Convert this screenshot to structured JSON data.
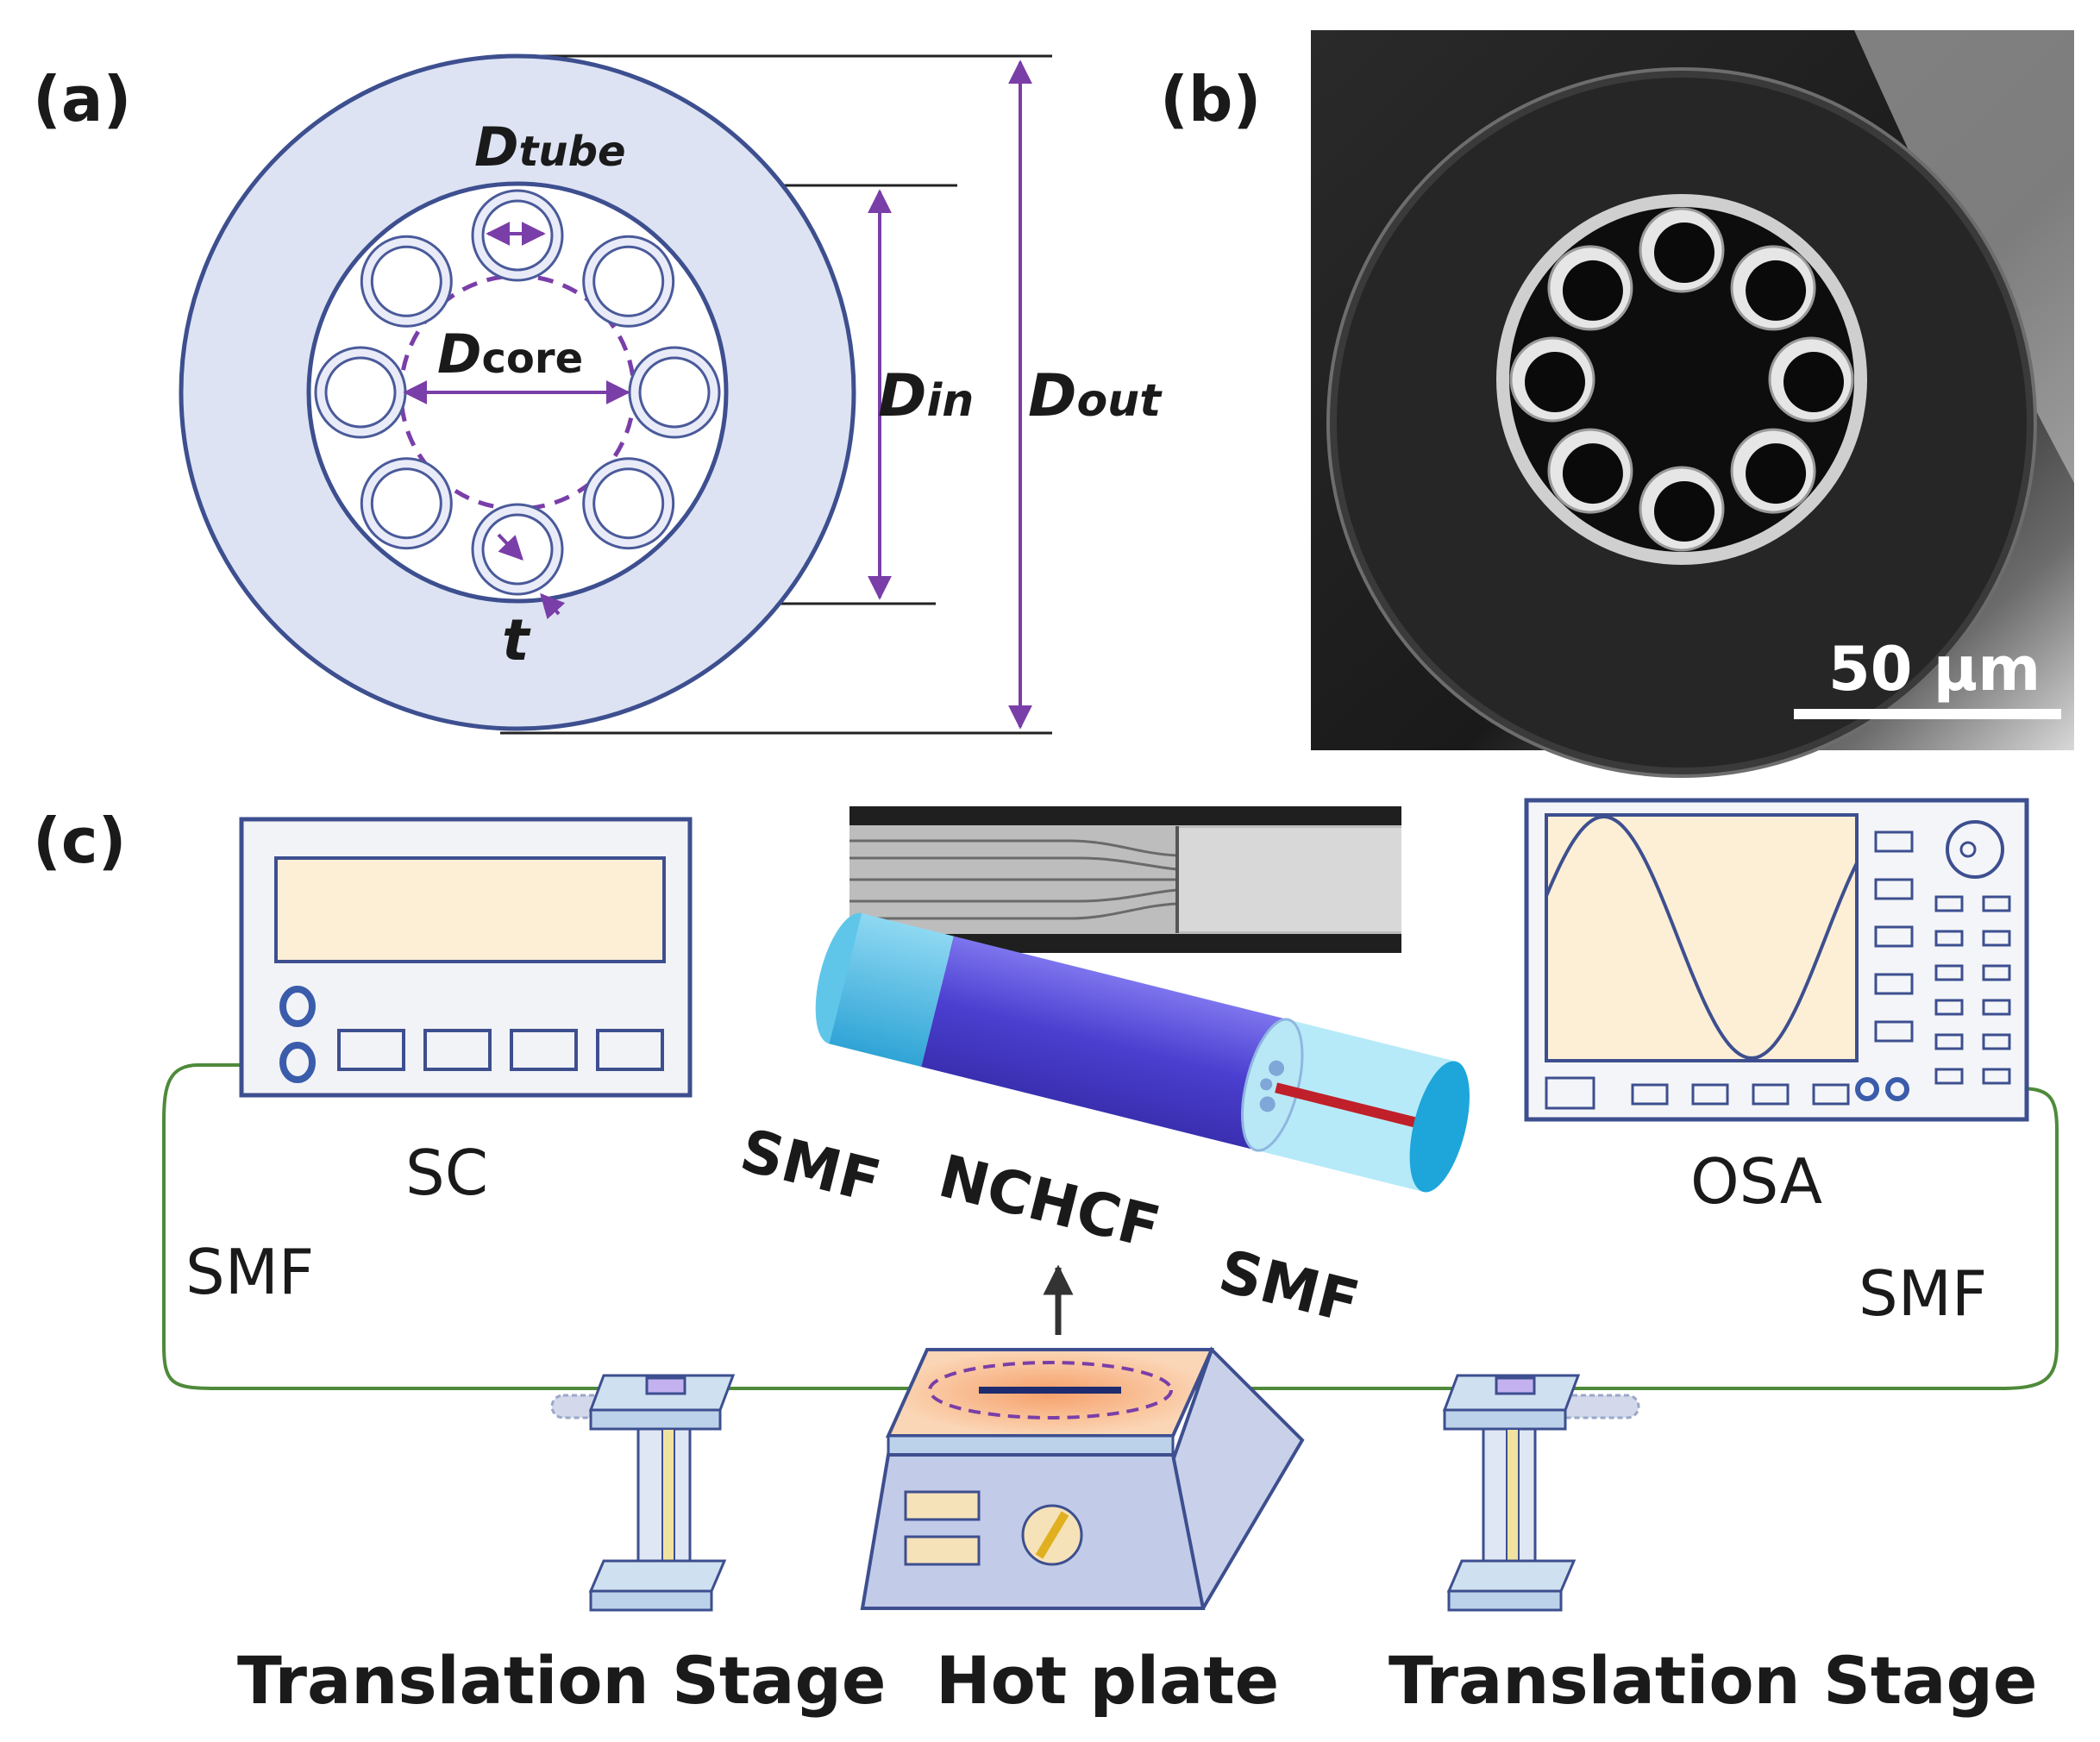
{
  "panels": {
    "a": "(a)",
    "b": "(b)",
    "c": "(c)"
  },
  "dims": {
    "d_tube_main": "D",
    "d_tube_sub": "tube",
    "d_core_main": "D",
    "d_core_sub": "core",
    "d_in_main": "D",
    "d_in_sub": "in",
    "d_out_main": "D",
    "d_out_sub": "out",
    "t": "t"
  },
  "sem": {
    "scale": "50 μm"
  },
  "setup": {
    "sc": "SC",
    "osa": "OSA",
    "smf_left": "SMF",
    "smf_right": "SMF",
    "fiber_smf1": "SMF",
    "fiber_nchcf": "NCHCF",
    "fiber_smf2": "SMF",
    "stage_left": "Translation Stage",
    "hot_plate": "Hot plate",
    "stage_right": "Translation Stage"
  },
  "colors": {
    "cladding": "#dde3f3",
    "outline": "#3d4f8f",
    "purple": "#7a3ea8",
    "screen": "#fcefd6",
    "fiber_line": "#4e8a3a",
    "nchcf_blue": "#5b4fd6",
    "smf_cyan": "#41b8e4"
  }
}
